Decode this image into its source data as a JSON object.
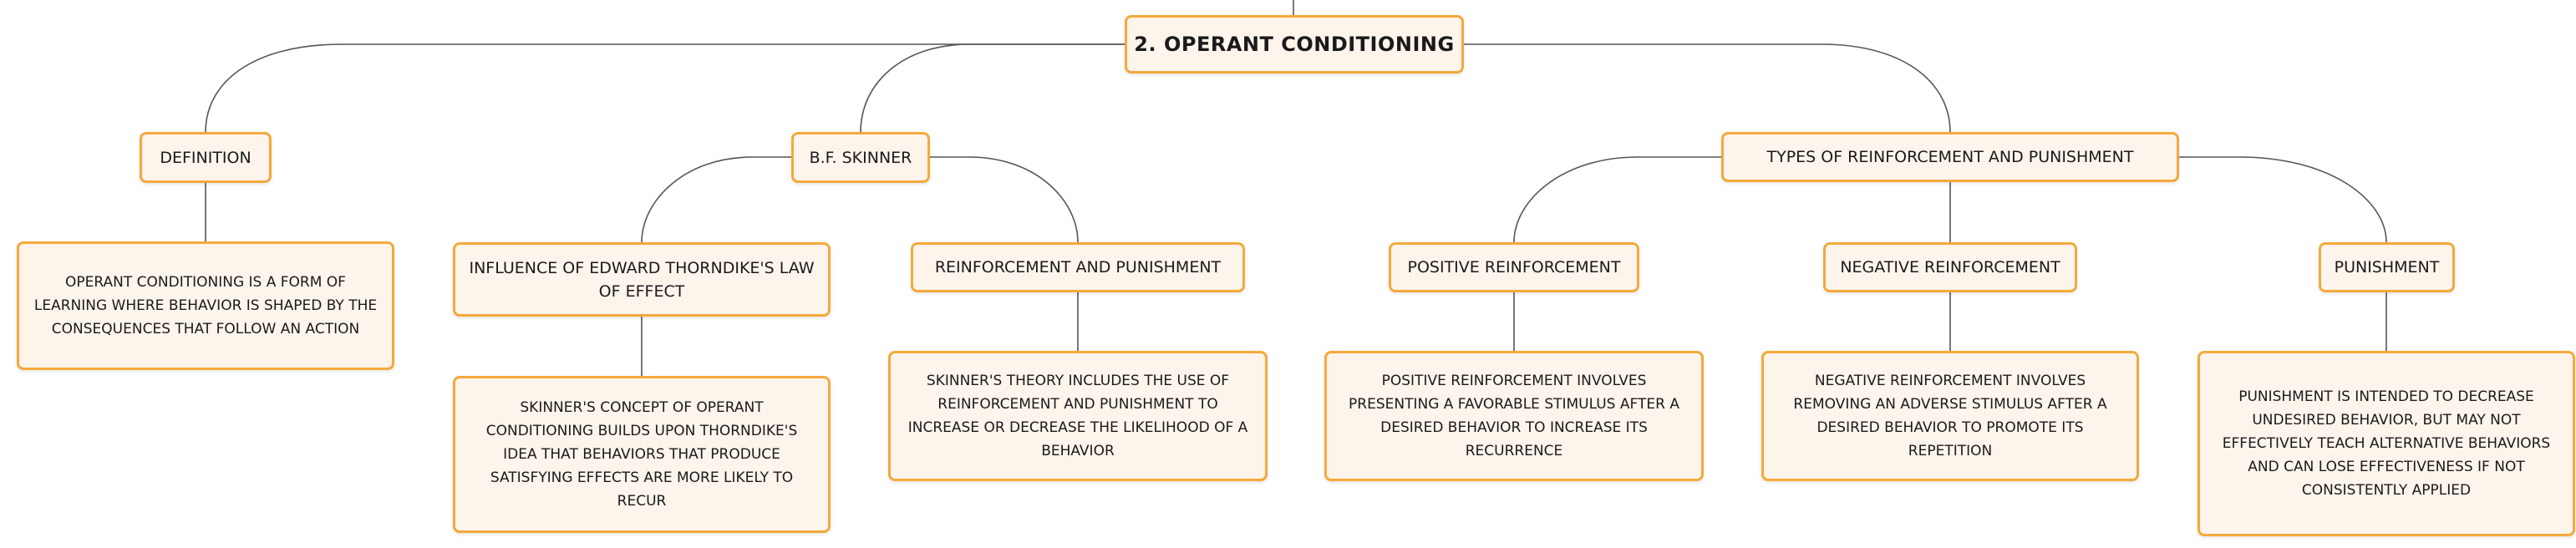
{
  "root": {
    "label": "2. Operant Conditioning"
  },
  "definition": {
    "label": "Definition",
    "text": "Operant conditioning is a form of learning where behavior is shaped by the consequences that follow an action"
  },
  "skinner": {
    "label": "B.F. Skinner",
    "thorndike": {
      "label": "Influence of Edward Thorndike's Law of Effect",
      "text": "Skinner's concept of operant conditioning builds upon Thorndike's idea that behaviors that produce satisfying effects are more likely to recur"
    },
    "reinforcement": {
      "label": "Reinforcement and Punishment",
      "text": "Skinner's theory includes the use of reinforcement and punishment to increase or decrease the likelihood of a behavior"
    }
  },
  "types": {
    "label": "Types of Reinforcement and Punishment",
    "positive": {
      "label": "Positive Reinforcement",
      "text": "Positive reinforcement involves presenting a favorable stimulus after a desired behavior to increase its recurrence"
    },
    "negative": {
      "label": "Negative Reinforcement",
      "text": "Negative reinforcement involves removing an adverse stimulus after a desired behavior to promote its repetition"
    },
    "punishment": {
      "label": "Punishment",
      "text": "Punishment is intended to decrease undesired behavior, but may not effectively teach alternative behaviors and can lose effectiveness if not consistently applied"
    }
  },
  "colors": {
    "node_fill": "#fdf4ec",
    "node_border": "#f4a93c",
    "connector": "#555555"
  }
}
